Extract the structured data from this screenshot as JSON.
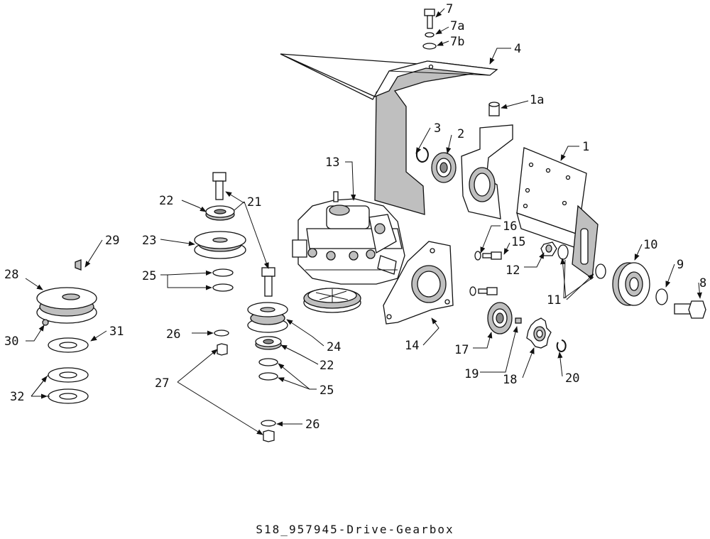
{
  "drawing": {
    "title": "S18_957945-Drive-Gearbox",
    "callouts": {
      "c1": "1",
      "c1a": "1a",
      "c2": "2",
      "c3": "3",
      "c4": "4",
      "c7": "7",
      "c7a": "7a",
      "c7b": "7b",
      "c8": "8",
      "c9": "9",
      "c10": "10",
      "c11": "11",
      "c12": "12",
      "c13": "13",
      "c14": "14",
      "c15": "15",
      "c16": "16",
      "c17": "17",
      "c18": "18",
      "c19": "19",
      "c20": "20",
      "c21": "21",
      "c22a": "22",
      "c22b": "22",
      "c23": "23",
      "c24": "24",
      "c25a": "25",
      "c25b": "25",
      "c26a": "26",
      "c26b": "26",
      "c27": "27",
      "c28": "28",
      "c29": "29",
      "c30": "30",
      "c31": "31",
      "c32": "32"
    }
  }
}
